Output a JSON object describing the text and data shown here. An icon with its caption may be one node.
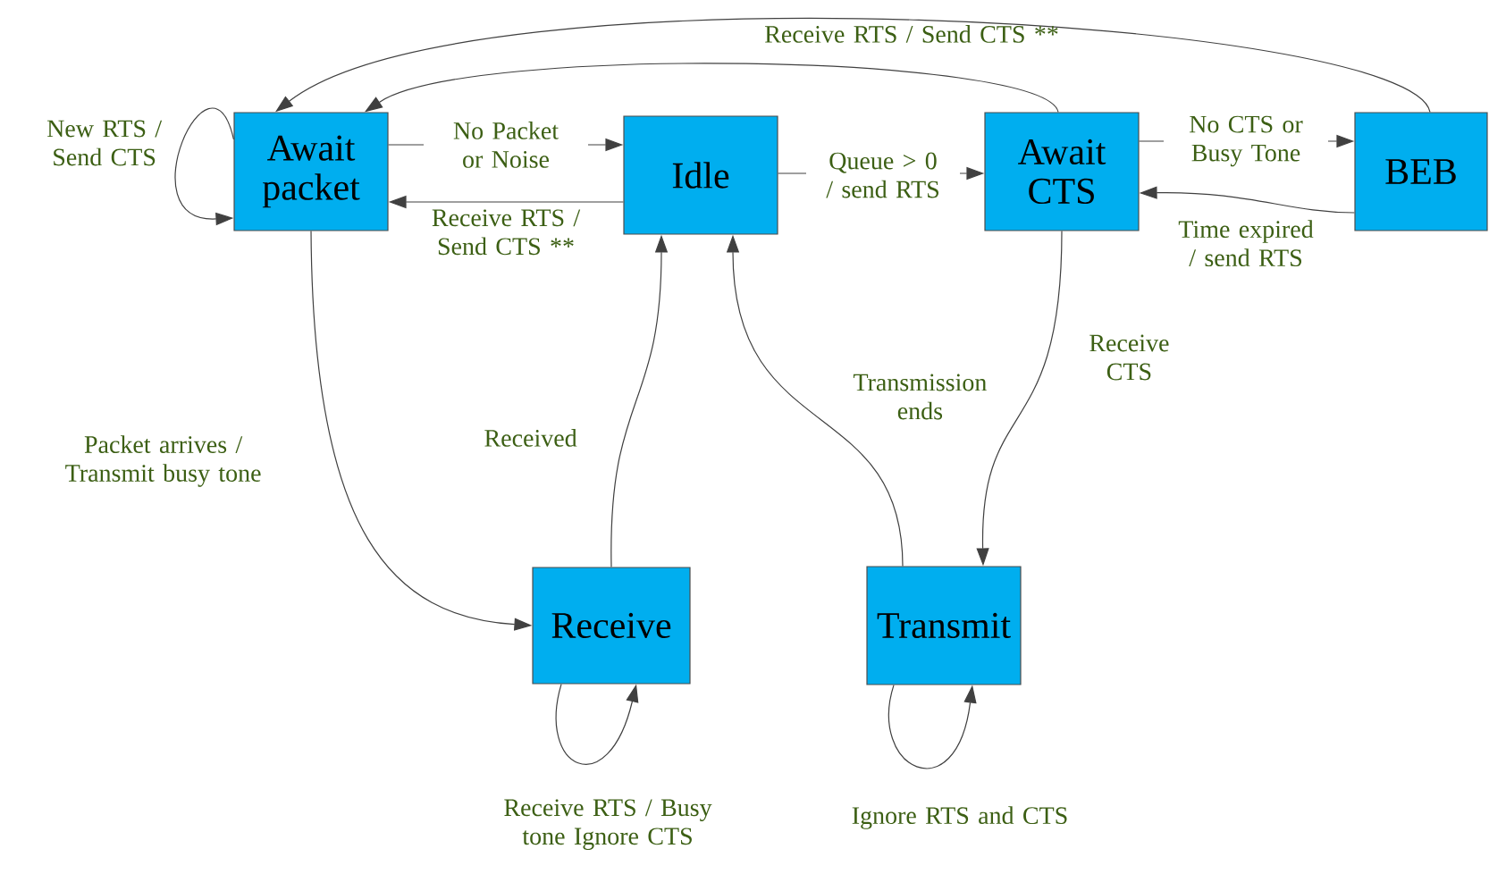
{
  "diagram": {
    "nodes": [
      {
        "text": [
          "Await packet"
        ]
      },
      {
        "text": [
          "Idle"
        ]
      },
      {
        "text": [
          "Await CTS"
        ]
      },
      {
        "text": [
          "BEB"
        ]
      },
      {
        "text": [
          "Receive"
        ]
      },
      {
        "text": [
          "Transmit"
        ]
      }
    ],
    "edges": [
      {
        "from": 0,
        "to": 0,
        "arrow": "to",
        "label": "New RTS / Send CTS"
      },
      {
        "from": 0,
        "to": 1,
        "arrow": "to",
        "label": "No Packet or Noise"
      },
      {
        "from": 1,
        "to": 0,
        "arrow": "to",
        "label": "Receive RTS / Send CTS **"
      },
      {
        "from": 1,
        "to": 2,
        "arrow": "to",
        "label": "Queue > 0 / send RTS"
      },
      {
        "from": 2,
        "to": 3,
        "arrow": "to",
        "label": "No CTS or Busy Tone"
      },
      {
        "from": 3,
        "to": 2,
        "arrow": "to",
        "label": "Time expired / send RTS"
      },
      {
        "from": 3,
        "to": 0,
        "arrow": "to",
        "label": "Receive RTS / Send CTS **"
      },
      {
        "from": 2,
        "to": 0,
        "arrow": "to"
      },
      {
        "from": 0,
        "to": 4,
        "arrow": "to",
        "label": "Packet arrives / Transmit busy tone"
      },
      {
        "from": 4,
        "to": 1,
        "arrow": "to",
        "label": "Received"
      },
      {
        "from": 5,
        "to": 1,
        "arrow": "to",
        "label": "Transmission ends"
      },
      {
        "from": 2,
        "to": 5,
        "arrow": "to",
        "label": "Receive CTS"
      },
      {
        "from": 4,
        "to": 4,
        "arrow": "to",
        "label": "Receive RTS / Busy tone Ignore CTS"
      },
      {
        "from": 5,
        "to": 5,
        "arrow": "to",
        "label": "Ignore RTS and CTS"
      }
    ]
  }
}
